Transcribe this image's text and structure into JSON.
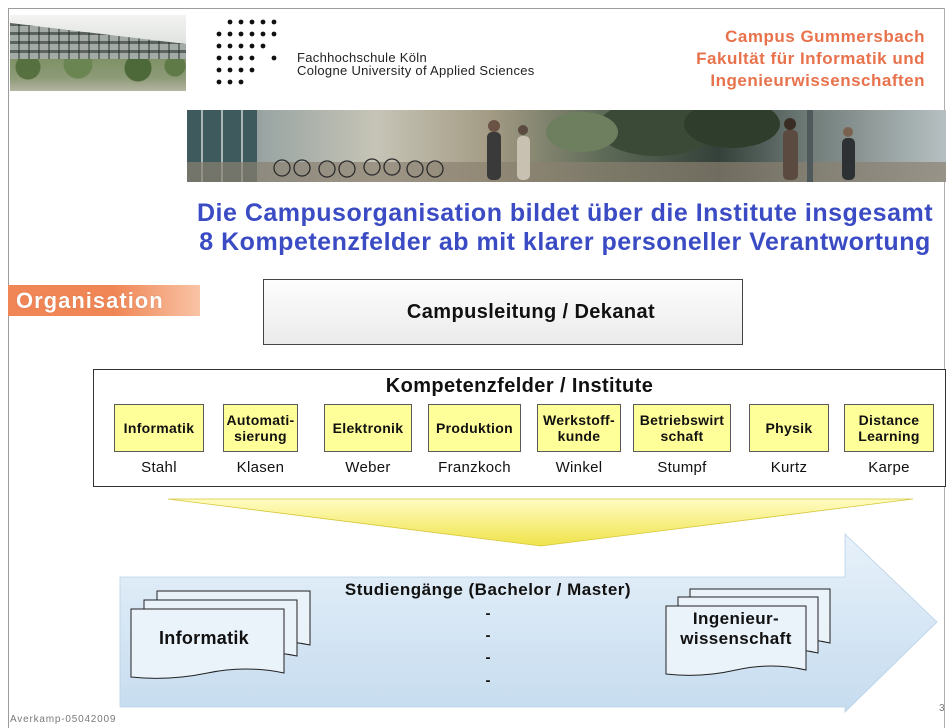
{
  "header": {
    "institution_name_de": "Fachhochschule Köln",
    "institution_name_en": "Cologne University of Applied Sciences",
    "campus": [
      "Campus Gummersbach",
      "Fakultät für Informatik und",
      "Ingenieurwissenschaften"
    ],
    "campus_color": "#e8724c"
  },
  "headline": {
    "lines": [
      "Die Campusorganisation bildet über die Institute insgesamt",
      "8 Kompetenzfelder ab mit klarer personeller Verantwortung"
    ],
    "color": "#3a4bc4"
  },
  "section_tag": {
    "label": "Organisation",
    "color": "#f08655"
  },
  "leadership": {
    "label": "Campusleitung / Dekanat"
  },
  "kompetenzfelder": {
    "title": "Kompetenzfelder / Institute",
    "box_color": "#ffff99",
    "items": [
      {
        "lines": [
          "Informatik"
        ],
        "lead": "Stahl"
      },
      {
        "lines": [
          "Automati-",
          "sierung"
        ],
        "lead": "Klasen"
      },
      {
        "lines": [
          "Elektronik"
        ],
        "lead": "Weber"
      },
      {
        "lines": [
          "Produktion"
        ],
        "lead": "Franzkoch"
      },
      {
        "lines": [
          "Werkstoff-",
          "kunde"
        ],
        "lead": "Winkel"
      },
      {
        "lines": [
          "Betriebswirt",
          "schaft"
        ],
        "lead": "Stumpf"
      },
      {
        "lines": [
          "Physik"
        ],
        "lead": "Kurtz"
      },
      {
        "lines": [
          "Distance",
          "Learning"
        ],
        "lead": "Karpe"
      }
    ]
  },
  "flow": {
    "funnel_color": "#efe34a",
    "arrow_color": "#c6dcef"
  },
  "studiengaenge": {
    "title": "Studiengänge (Bachelor / Master)",
    "continuation_marks": [
      "-",
      "-",
      "-",
      "-"
    ],
    "programs": [
      {
        "lines": [
          "Informatik"
        ]
      },
      {
        "lines": [
          "Ingenieur-",
          "wissenschaft"
        ]
      }
    ]
  },
  "footer": {
    "author_date": "Averkamp-05042009",
    "page_number": "3"
  }
}
